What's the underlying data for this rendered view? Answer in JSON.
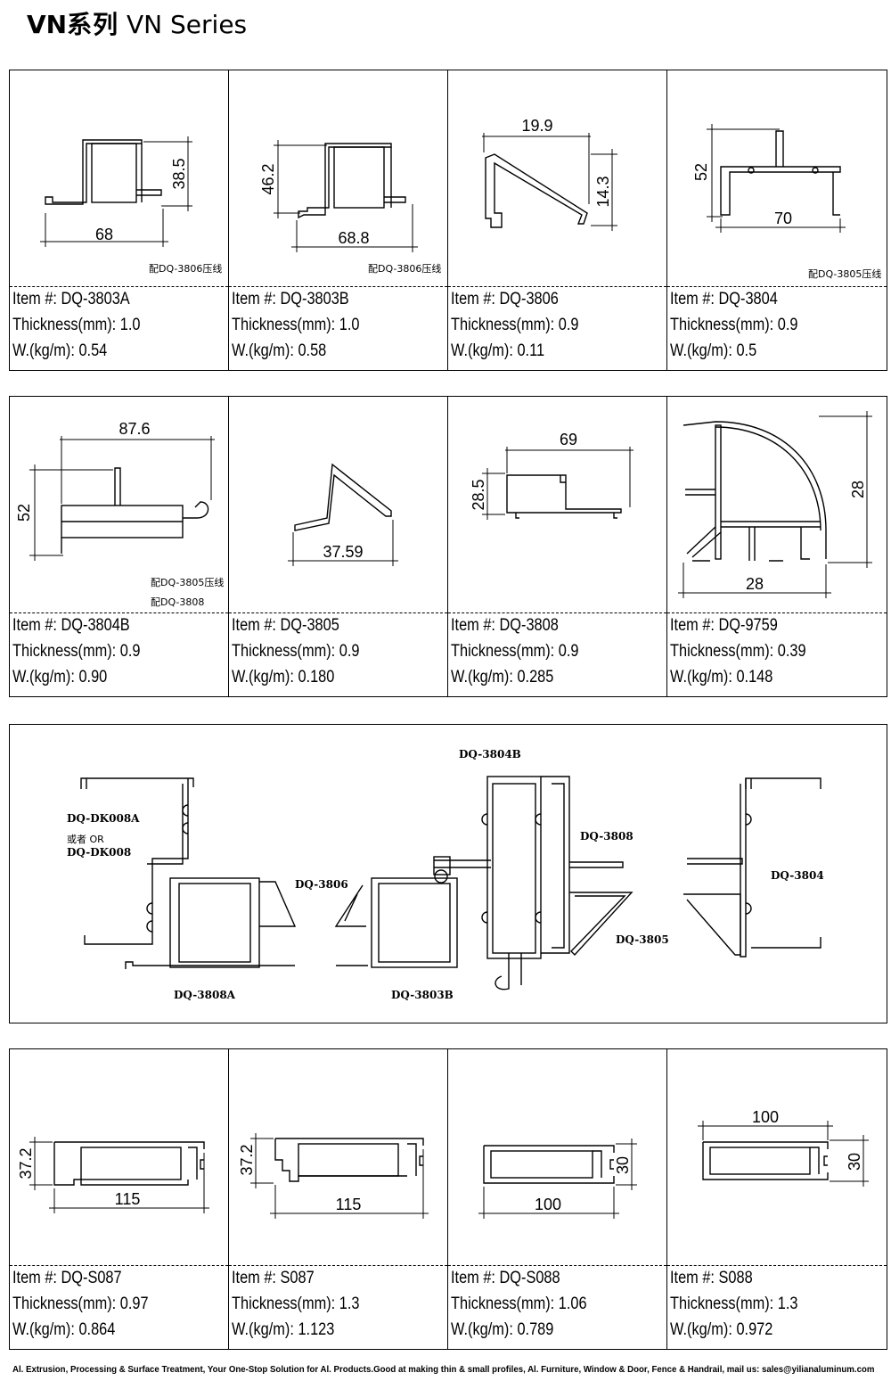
{
  "header": {
    "series_bold": "VN",
    "series_cn": "系列",
    "series_en": "VN Series"
  },
  "labels": {
    "item": "Item #:",
    "thickness": "Thickness(mm):",
    "weight": "W.(kg/m):"
  },
  "rows": [
    [
      {
        "item": "DQ-3803A",
        "thickness": "1.0",
        "weight": "0.54",
        "dims": [
          "38.5",
          "68"
        ],
        "notes": [
          "配DQ-3806压线"
        ]
      },
      {
        "item": "DQ-3803B",
        "thickness": "1.0",
        "weight": "0.58",
        "dims": [
          "46.2",
          "68.8"
        ],
        "notes": [
          "配DQ-3806压线"
        ]
      },
      {
        "item": "DQ-3806",
        "thickness": "0.9",
        "weight": "0.11",
        "dims": [
          "19.9",
          "14.3"
        ],
        "notes": []
      },
      {
        "item": "DQ-3804",
        "thickness": "0.9",
        "weight": "0.5",
        "dims": [
          "52",
          "70"
        ],
        "notes": [
          "配DQ-3805压线"
        ]
      }
    ],
    [
      {
        "item": "DQ-3804B",
        "thickness": "0.9",
        "weight": "0.90",
        "dims": [
          "87.6",
          "52"
        ],
        "notes": [
          "配DQ-3805压线",
          "配DQ-3808"
        ]
      },
      {
        "item": "DQ-3805",
        "thickness": "0.9",
        "weight": "0.180",
        "dims": [
          "37.59"
        ],
        "notes": []
      },
      {
        "item": "DQ-3808",
        "thickness": "0.9",
        "weight": "0.285",
        "dims": [
          "69",
          "28.5"
        ],
        "notes": []
      },
      {
        "item": "DQ-9759",
        "thickness": "0.39",
        "weight": "0.148",
        "dims": [
          "28",
          "28"
        ],
        "notes": []
      }
    ],
    [
      {
        "item": "DQ-S087",
        "thickness": "0.97",
        "weight": "0.864",
        "dims": [
          "37.2",
          "115"
        ],
        "notes": []
      },
      {
        "item": "S087",
        "thickness": "1.3",
        "weight": "1.123",
        "dims": [
          "37.2",
          "115"
        ],
        "notes": []
      },
      {
        "item": "DQ-S088",
        "thickness": "1.06",
        "weight": "0.789",
        "dims": [
          "30",
          "100"
        ],
        "notes": []
      },
      {
        "item": "S088",
        "thickness": "1.3",
        "weight": "0.972",
        "dims": [
          "100",
          "30"
        ],
        "notes": []
      }
    ]
  ],
  "assembly": {
    "dk008a": "DQ-DK008A",
    "or": "或者 OR",
    "dk008": "DQ-DK008",
    "l3806": "DQ-3806",
    "l3808a": "DQ-3808A",
    "l3803b": "DQ-3803B",
    "l3804b": "DQ-3804B",
    "l3808": "DQ-3808",
    "l3805": "DQ-3805",
    "l3804": "DQ-3804"
  },
  "footer": "Al. Extrusion, Processing & Surface Treatment, Your One-Stop Solution for Al. Products.Good at making thin & small profiles, Al. Furniture, Window & Door, Fence & Handrail, mail us: sales@yilianaluminum.com"
}
